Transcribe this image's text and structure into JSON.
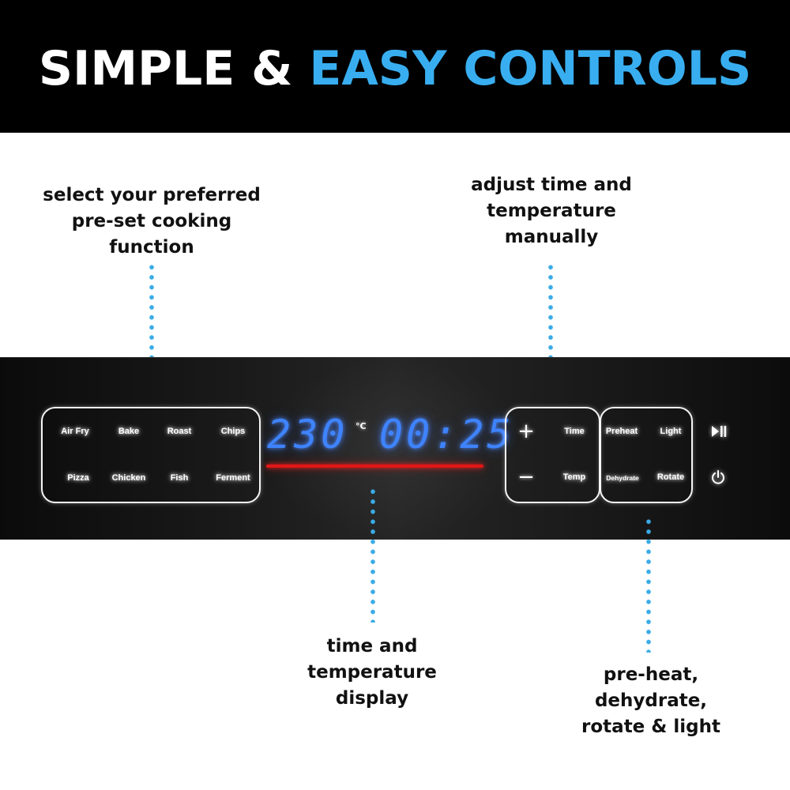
{
  "header": {
    "title_part1": "SIMPLE & ",
    "title_part2": "EASY CONTROLS",
    "accent_color": "#38aef0"
  },
  "callouts": {
    "functions": [
      "select your preferred",
      "pre-set cooking",
      "function"
    ],
    "manual": [
      "adjust time and",
      "temperature",
      "manually"
    ],
    "display": [
      "time and",
      "temperature",
      "display"
    ],
    "extras": [
      "pre-heat,",
      "dehydrate,",
      "rotate & light"
    ]
  },
  "panel": {
    "functions": {
      "row1": [
        "Air Fry",
        "Bake",
        "Roast",
        "Chips"
      ],
      "row2": [
        "Pizza",
        "Chicken",
        "Fish",
        "Ferment"
      ]
    },
    "display": {
      "temperature": "230",
      "unit": "°C",
      "time": "00:25",
      "digit_color": "#3e83ff",
      "bar_color": "#e21616"
    },
    "adjust": {
      "plus": "+",
      "minus": "−",
      "time_label": "Time",
      "temp_label": "Temp"
    },
    "extras": {
      "preheat": "Preheat",
      "light": "Light",
      "dehydrate": "Dehydrate",
      "rotate": "Rotate"
    },
    "side": {
      "play_pause_icon": "play-pause-icon",
      "power_icon": "power-icon"
    }
  }
}
